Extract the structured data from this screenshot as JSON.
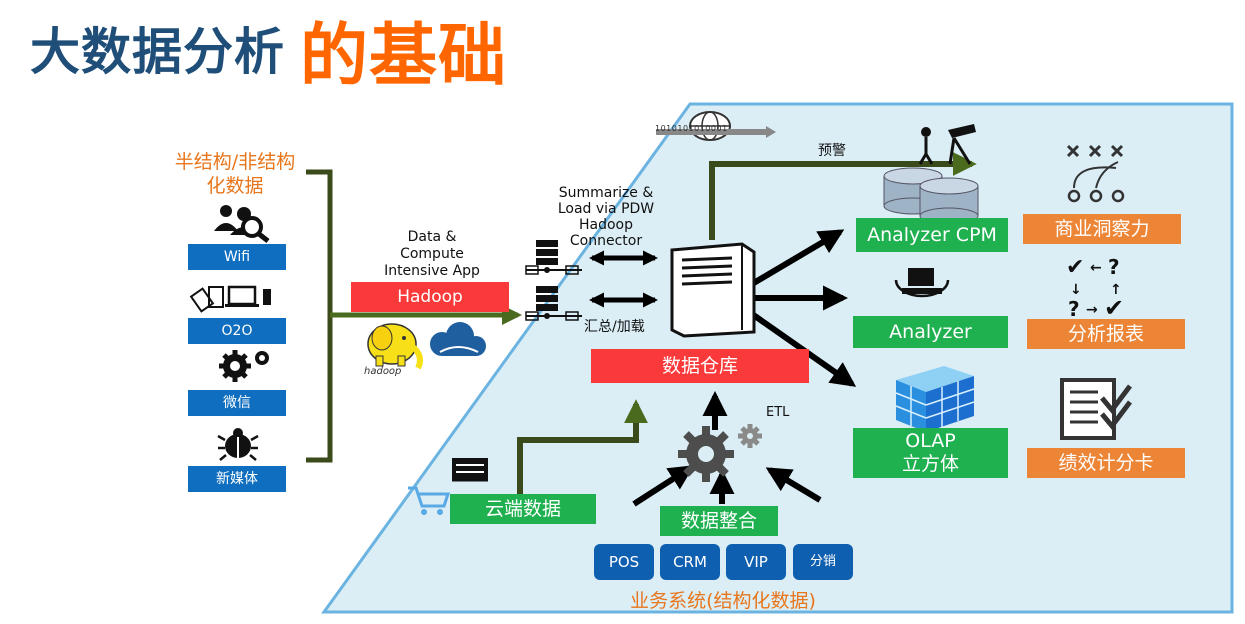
{
  "title": {
    "part1": "大数据分析",
    "part2": "的基础"
  },
  "left": {
    "heading_line1": "半结构/非结构",
    "heading_line2": "化数据",
    "items": [
      "Wifi",
      "O2O",
      "微信",
      "新媒体"
    ]
  },
  "hadoop": {
    "desc_line1": "Data &",
    "desc_line2": "Compute",
    "desc_line3": "Intensive App",
    "label": "Hadoop",
    "logo_text": "hadoop"
  },
  "pdw": {
    "line1": "Summarize &",
    "line2": "Load via PDW",
    "line3": "Hadoop",
    "line4": "Connector"
  },
  "labels": {
    "huizong": "汇总/加载",
    "yujing": "预警",
    "etl": "ETL",
    "binary": "1010101010001"
  },
  "warehouse": {
    "label": "数据仓库"
  },
  "cloud": {
    "label": "云端数据"
  },
  "integration": {
    "label": "数据整合"
  },
  "sources": {
    "items": [
      "POS",
      "CRM",
      "VIP",
      "分销"
    ],
    "caption": "业务系统(结构化数据)"
  },
  "outputs": {
    "analyzer_cpm": "Analyzer CPM",
    "analyzer": "Analyzer",
    "olap_line1": "OLAP",
    "olap_line2": "立方体"
  },
  "results": [
    "商业洞察力",
    "分析报表",
    "绩效计分卡"
  ],
  "colors": {
    "title_blue": "#1f4e79",
    "title_orange": "#ff6600",
    "panel_fill": "#dbeef6",
    "panel_border": "#6bb3e0",
    "green": "#1fb050",
    "red": "#fa3a3a",
    "orange": "#ed8536",
    "blue": "#0f6ebf"
  }
}
